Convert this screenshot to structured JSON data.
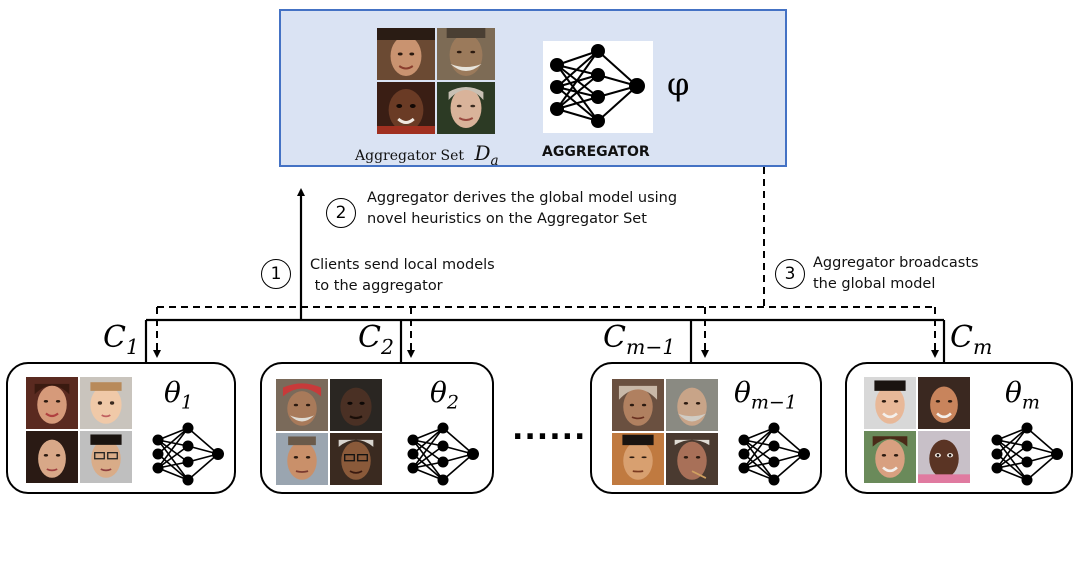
{
  "aggregator": {
    "set_label": "Aggregator Set",
    "set_symbol": "D",
    "set_symbol_sub": "a",
    "title": "AGGREGATOR",
    "model_symbol": "φ"
  },
  "steps": [
    {
      "number": "1",
      "line1": "Clients send local models",
      "line2": " to the aggregator"
    },
    {
      "number": "2",
      "line1": "Aggregator derives the global model using",
      "line2": "novel heuristics on the Aggregator Set"
    },
    {
      "number": "3",
      "line1": "Aggregator broadcasts",
      "line2": "the global model"
    }
  ],
  "clients": [
    {
      "label": "C",
      "label_sub": "1",
      "model": "θ",
      "model_sub": "1"
    },
    {
      "label": "C",
      "label_sub": "2",
      "model": "θ",
      "model_sub": "2"
    },
    {
      "label": "C",
      "label_sub": "m−1",
      "model": "θ",
      "model_sub": "m−1"
    },
    {
      "label": "C",
      "label_sub": "m",
      "model": "θ",
      "model_sub": "m"
    }
  ],
  "ellipsis": "......",
  "colors": {
    "aggregator_fill": "#dae3f3",
    "aggregator_border": "#4472c4",
    "node": "#000000"
  }
}
